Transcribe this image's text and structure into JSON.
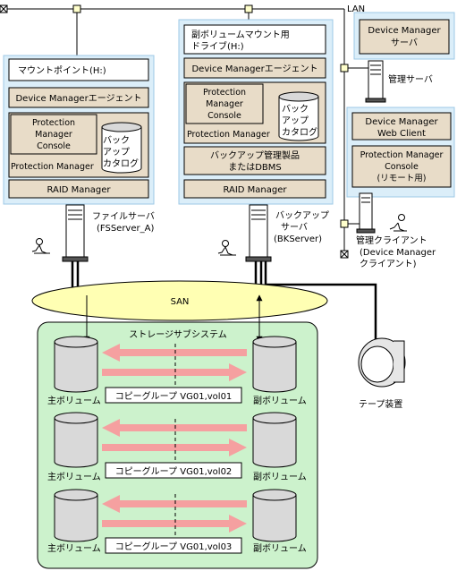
{
  "lan_label": "LAN",
  "fileserver": {
    "mountpoint": "マウントポイント(H:)",
    "agent": "Device Managerエージェント",
    "console": [
      "Protection",
      "Manager",
      "Console"
    ],
    "pm": "Protection Manager",
    "catalog": [
      "バック",
      "アップ",
      "カタログ"
    ],
    "raid": "RAID Manager",
    "server_label": [
      "ファイルサーバ",
      "(FSServer_A)"
    ]
  },
  "backupserver": {
    "drive": [
      "副ボリュームマウント用",
      "ドライブ(H:)"
    ],
    "agent": "Device Managerエージェント",
    "console": [
      "Protection",
      "Manager",
      "Console"
    ],
    "pm": "Protection Manager",
    "catalog": [
      "バック",
      "アップ",
      "カタログ"
    ],
    "product": [
      "バックアップ管理製品",
      "またはDBMS"
    ],
    "raid": "RAID Manager",
    "server_label": [
      "バックアップ",
      "サーバ",
      "(BKServer)"
    ]
  },
  "mgmt_server": {
    "box": [
      "Device Manager",
      "サーバ"
    ],
    "label": "管理サーバ"
  },
  "mgmt_client": {
    "webclient": [
      "Device Manager",
      "Web Client"
    ],
    "remote": [
      "Protection Manager",
      "Console",
      "(リモート用)"
    ],
    "label": [
      "管理クライアント",
      "(Device Manager",
      "クライアント)"
    ]
  },
  "san_label": "SAN",
  "storage_label": "ストレージサブシステム",
  "tape_label": "テープ装置",
  "primary_label": "主ボリューム",
  "secondary_label": "副ボリューム",
  "copy_groups": [
    "コピーグループ VG01,vol01",
    "コピーグループ VG01,vol02",
    "コピーグループ VG01,vol03"
  ]
}
